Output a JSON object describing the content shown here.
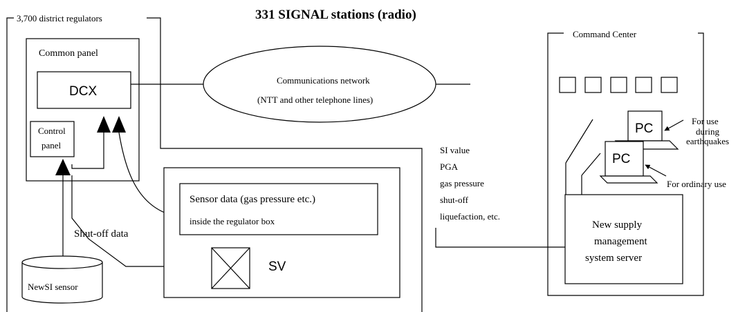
{
  "title": "331 SIGNAL stations (radio)",
  "district_regulators": "3,700 district regulators",
  "common_panel": "Common panel",
  "dcx": "DCX",
  "control_panel": [
    "Control",
    "panel"
  ],
  "network": [
    "Communications network",
    "(NTT and other telephone lines)"
  ],
  "sensor_box": [
    "Sensor data (gas pressure etc.)",
    "inside the regulator box"
  ],
  "shutoff_data": "Shut-off data",
  "sv": "SV",
  "newsi_sensor": "NewSI sensor",
  "data_items": [
    "SI value",
    "PGA",
    "gas pressure",
    "shut-off",
    "liquefaction, etc."
  ],
  "command_center": "Command Center",
  "pc": "PC",
  "pc_earthquake": [
    "For use",
    "during",
    "earthquakes"
  ],
  "pc_ordinary": "For ordinary use",
  "server": [
    "New supply",
    "management",
    "system server"
  ]
}
